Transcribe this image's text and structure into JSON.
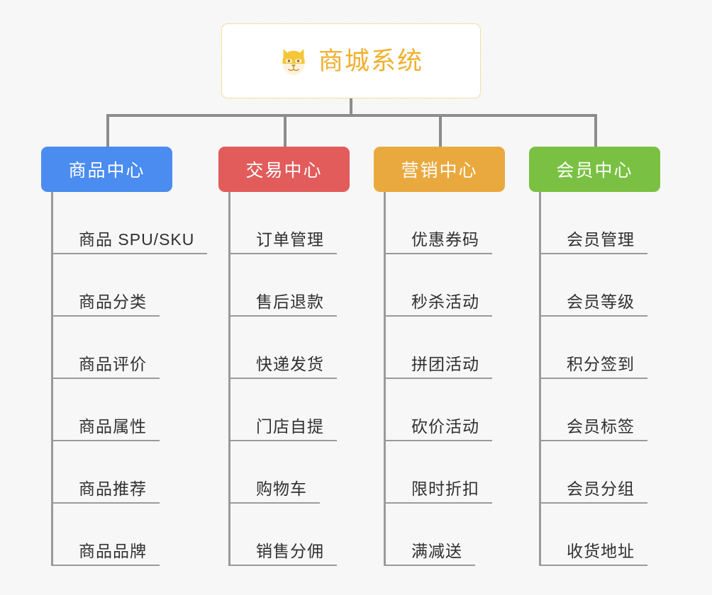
{
  "background_color": "#f7f7f7",
  "root": {
    "title": "商城系统",
    "icon": "dog-face-icon",
    "text_color": "#f0b02e",
    "border_color": "#f0b93e",
    "background": "#ffffff"
  },
  "connector_color": "#8c8c8c",
  "leaf_line_color": "#9a9a9a",
  "leaf_text_color": "#303030",
  "branches": [
    {
      "label": "商品中心",
      "color": "#4a8cf0",
      "items": [
        {
          "label": "商品 SPU/SKU"
        },
        {
          "label": "商品分类"
        },
        {
          "label": "商品评价"
        },
        {
          "label": "商品属性"
        },
        {
          "label": "商品推荐"
        },
        {
          "label": "商品品牌"
        }
      ]
    },
    {
      "label": "交易中心",
      "color": "#e25c5c",
      "items": [
        {
          "label": "订单管理"
        },
        {
          "label": "售后退款"
        },
        {
          "label": "快递发货"
        },
        {
          "label": "门店自提"
        },
        {
          "label": "购物车"
        },
        {
          "label": "销售分佣"
        }
      ]
    },
    {
      "label": "营销中心",
      "color": "#eaa93e",
      "items": [
        {
          "label": "优惠券码"
        },
        {
          "label": "秒杀活动"
        },
        {
          "label": "拼团活动"
        },
        {
          "label": "砍价活动"
        },
        {
          "label": "限时折扣"
        },
        {
          "label": "满减送"
        }
      ]
    },
    {
      "label": "会员中心",
      "color": "#7ac143",
      "items": [
        {
          "label": "会员管理"
        },
        {
          "label": "会员等级"
        },
        {
          "label": "积分签到"
        },
        {
          "label": "会员标签"
        },
        {
          "label": "会员分组"
        },
        {
          "label": "收货地址"
        }
      ]
    }
  ]
}
